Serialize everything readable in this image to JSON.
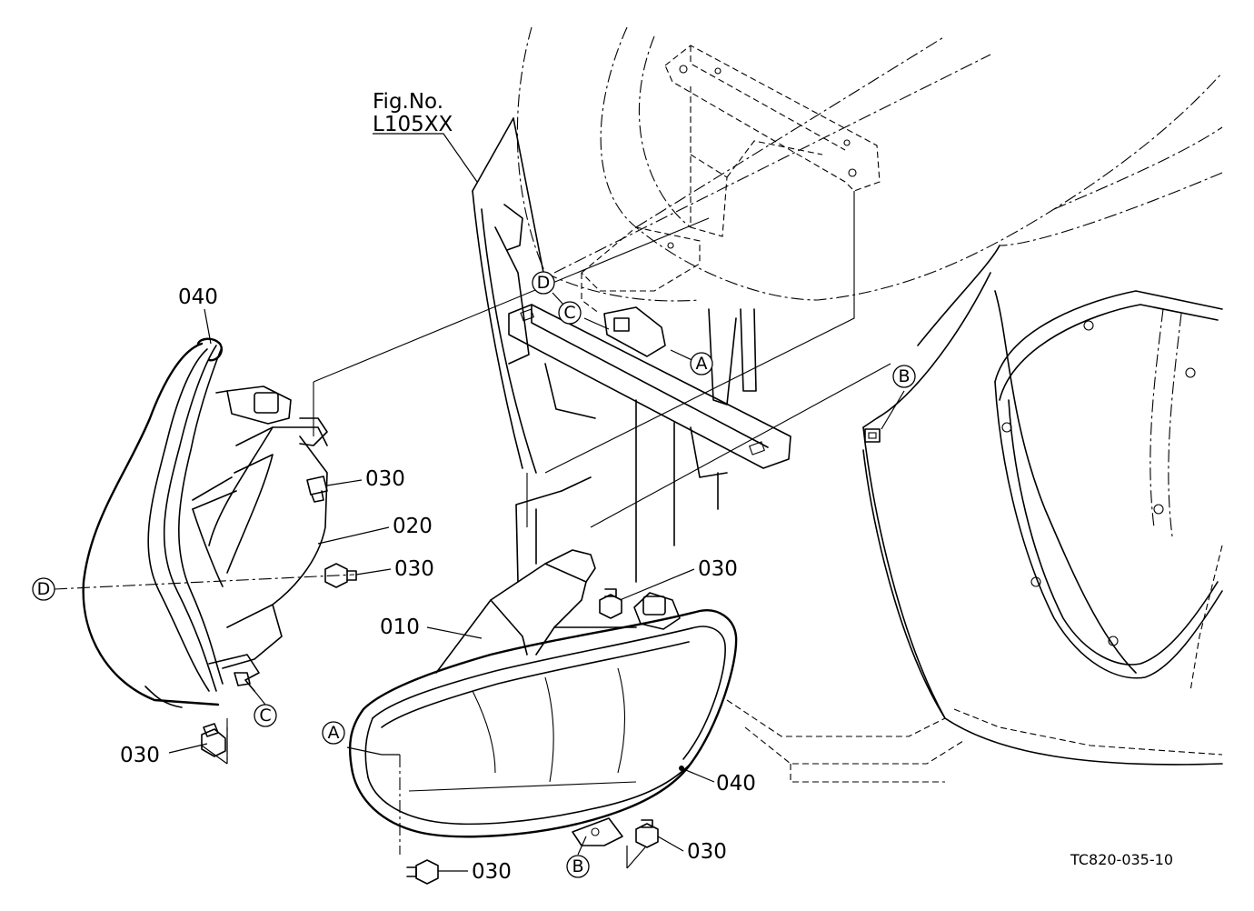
{
  "figure": {
    "reference_label": "Fig.No.",
    "reference_code": "L105XX",
    "drawing_number": "TC820-035-10"
  },
  "callouts": {
    "left_lens_gasket": "040",
    "left_screw_upper": "030",
    "bracket": "020",
    "left_screw_mid": "030",
    "headlamp": "010",
    "right_screw_upper": "030",
    "left_screw_lower": "030",
    "right_lens_gasket": "040",
    "right_screw_side": "030",
    "right_screw_bottom": "030"
  },
  "reference_points": {
    "d_upper": "D",
    "c_upper": "C",
    "a_upper": "A",
    "b_upper": "B",
    "d_left": "D",
    "c_left": "C",
    "a_lower": "A",
    "b_lower": "B"
  }
}
